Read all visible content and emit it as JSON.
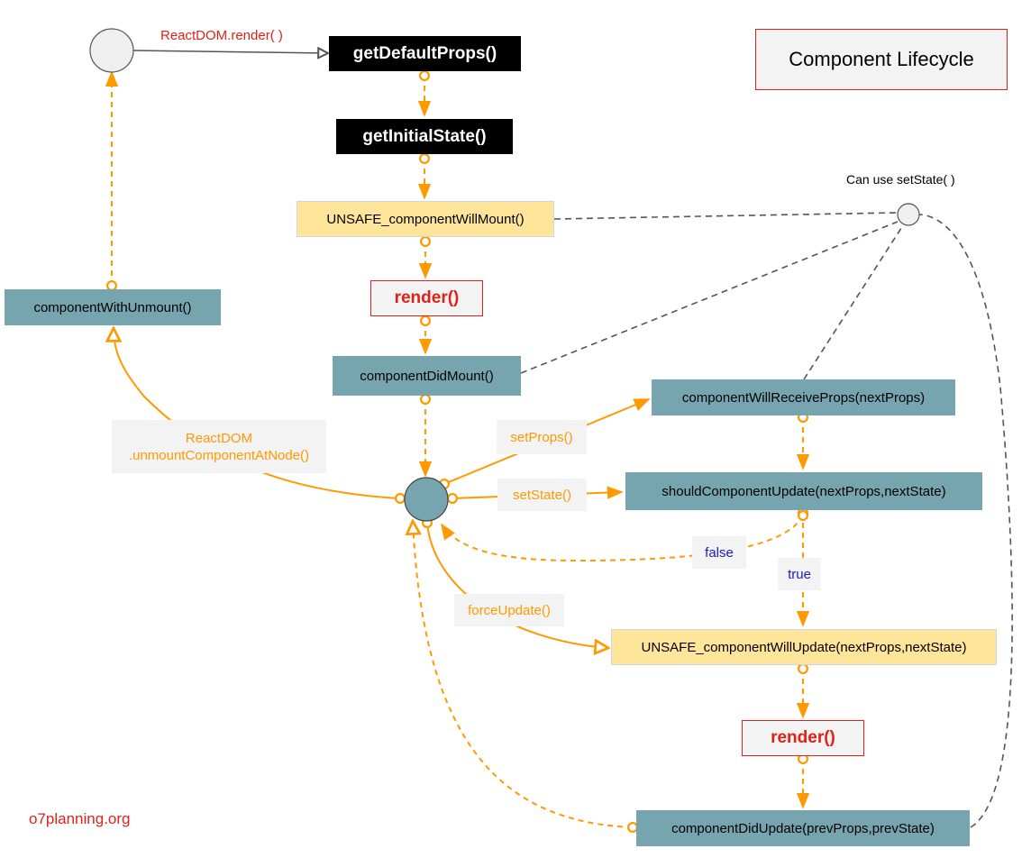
{
  "title": "Component Lifecycle",
  "watermark": "o7planning.org",
  "annotation_can_use_setstate": "Can use setState( )",
  "edges": {
    "reactdom_render": "ReactDOM.render( )",
    "unmount_line1": "ReactDOM",
    "unmount_line2": ".unmountComponentAtNode()",
    "set_props": "setProps()",
    "set_state": "setState()",
    "force_update": "forceUpdate()",
    "false_label": "false",
    "true_label": "true"
  },
  "nodes": {
    "get_default_props": "getDefaultProps()",
    "get_initial_state": "getInitialState()",
    "will_mount": "UNSAFE_componentWillMount()",
    "render_mount": "render()",
    "did_mount": "componentDidMount()",
    "with_unmount": "componentWithUnmount()",
    "will_receive_props": "componentWillReceiveProps(nextProps)",
    "should_update": "shouldComponentUpdate(nextProps,nextState)",
    "will_update": "UNSAFE_componentWillUpdate(nextProps,nextState)",
    "render_update": "render()",
    "did_update": "componentDidUpdate(prevProps,prevState)"
  },
  "colors": {
    "orange": "#ff9900",
    "teal": "#76a5af",
    "yellow": "#ffe599",
    "red": "#e0211a",
    "gray_dash": "#555555"
  }
}
